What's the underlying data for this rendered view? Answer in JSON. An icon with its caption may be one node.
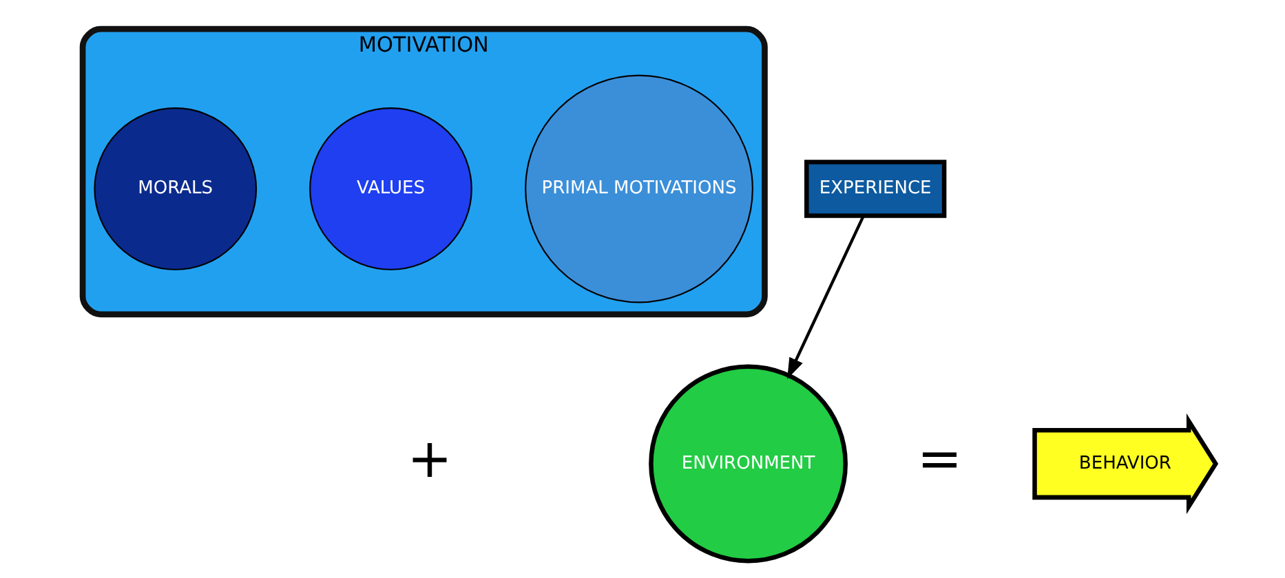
{
  "diagram": {
    "nodes": [
      {
        "text": [
          "MOTIVATION"
        ]
      },
      {
        "text": [
          "PRIMAL MOTIVATIONS"
        ],
        "in": 0
      },
      {
        "text": [
          "VALUES"
        ],
        "in": 0
      },
      {
        "text": [
          "MORALS"
        ],
        "in": 0
      },
      {
        "text": [
          "EXPERIENCE"
        ]
      },
      {
        "text": [
          "ENVIRONMENT"
        ]
      },
      {
        "text": [
          "BEHAVIOR"
        ]
      }
    ],
    "edges": [
      {
        "from": 4,
        "to": 5,
        "arrow": "to"
      }
    ],
    "labels": [
      "+",
      "="
    ]
  }
}
